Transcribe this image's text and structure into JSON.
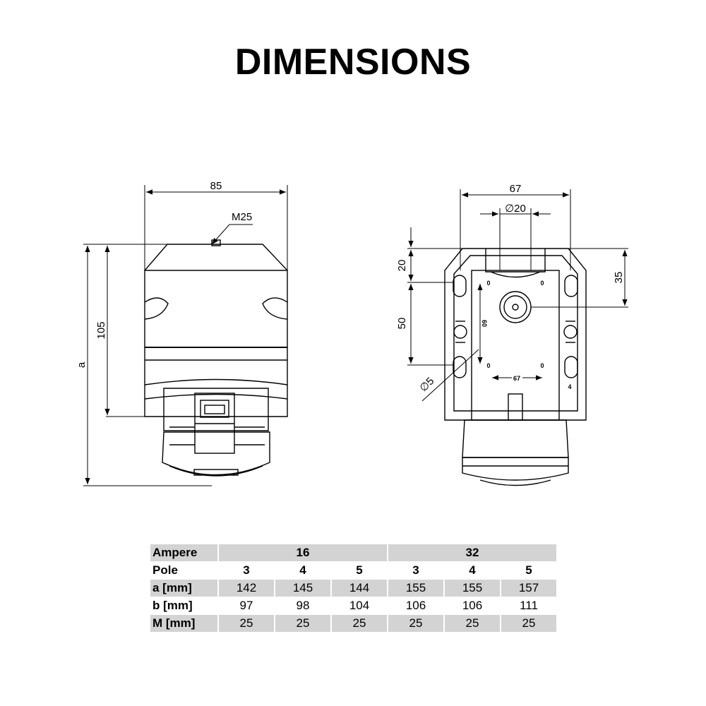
{
  "title": "DIMENSIONS",
  "side_view": {
    "width_dim": "85",
    "thread_label": "M25",
    "height_dim": "105",
    "overall_dim": "a"
  },
  "front_view": {
    "width_dim": "67",
    "hole_dim": "∅20",
    "top_offset_dim": "20",
    "hole_spacing_dim": "50",
    "center_offset_dim": "35",
    "mount_hole_dim": "∅5",
    "inner_vertical_dim": "60",
    "inner_horizontal_dim": "67",
    "corner_marks": [
      "0",
      "0",
      "0",
      "0"
    ],
    "terminal_mark": "4"
  },
  "table": {
    "row_labels": [
      "Ampere",
      "Pole",
      "a [mm]",
      "b [mm]",
      "M [mm]"
    ],
    "ampere": [
      "16",
      "32"
    ],
    "pole": [
      "3",
      "4",
      "5",
      "3",
      "4",
      "5"
    ],
    "a": [
      "142",
      "145",
      "144",
      "155",
      "155",
      "157"
    ],
    "b": [
      "97",
      "98",
      "104",
      "106",
      "106",
      "111"
    ],
    "m": [
      "25",
      "25",
      "25",
      "25",
      "25",
      "25"
    ]
  },
  "colors": {
    "line": "#000000",
    "shade": "#d3d3d3",
    "background": "#ffffff"
  }
}
